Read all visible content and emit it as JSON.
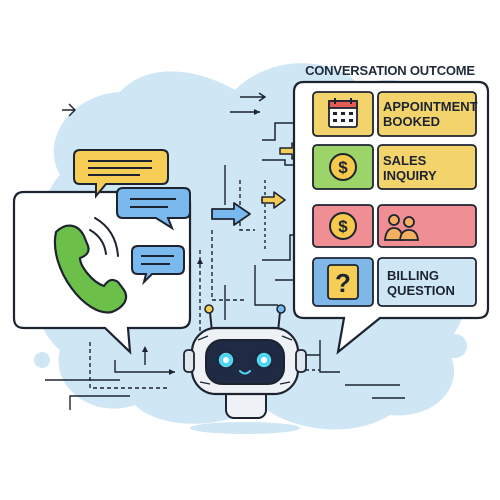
{
  "outcome_panel": {
    "title": "CONVERSATION OUTCOME",
    "rows": [
      {
        "label_line1": "APPOINTMENT",
        "label_line2": "BOOKED",
        "icon": "calendar-icon",
        "color": "#f3d36b"
      },
      {
        "label_line1": "SALES",
        "label_line2": "INQUIRY",
        "icon": "dollar-coin-icon",
        "color": "#9dd46a"
      },
      {
        "label_line1": "",
        "label_line2": "",
        "icon": "dollar-coin-icon",
        "color": "#f08f93"
      },
      {
        "label_line1": "BILLING",
        "label_line2": "QUESTION",
        "icon": "question-mark-icon",
        "color": "#7fb8e8"
      }
    ]
  },
  "colors": {
    "background_blob": "#cfe6f5",
    "outline": "#1d2430",
    "phone_green": "#6cc04a",
    "bubble_yellow": "#f6cd56",
    "bubble_blue": "#7ab9ee",
    "robot_body": "#eef2f6",
    "robot_eyes": "#4fd6f2"
  },
  "icons": [
    "phone-icon",
    "chat-bubble-icon",
    "robot-icon",
    "arrow-right-icon",
    "people-icon"
  ]
}
